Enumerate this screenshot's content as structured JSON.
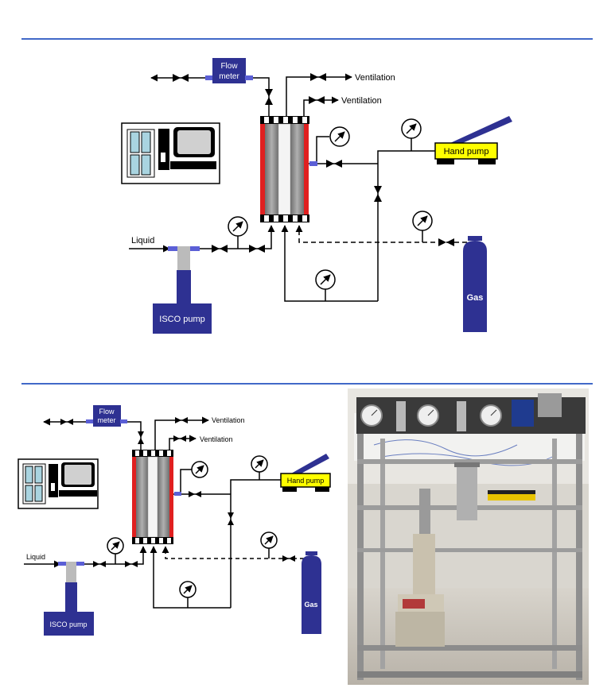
{
  "labels": {
    "flow_meter_line1": "Flow",
    "flow_meter_line2": "meter",
    "ventilation_top": "Ventilation",
    "ventilation_second": "Ventilation",
    "hand_pump": "Hand pump",
    "liquid": "Liquid",
    "isco_pump": "ISCO pump",
    "gas": "Gas"
  },
  "colors": {
    "rule": "#4169c8",
    "equipment_blue": "#2e3192",
    "hand_pump_yellow": "#ffff00",
    "core_red": "#e02020",
    "core_gray": "#8c8c8c"
  }
}
